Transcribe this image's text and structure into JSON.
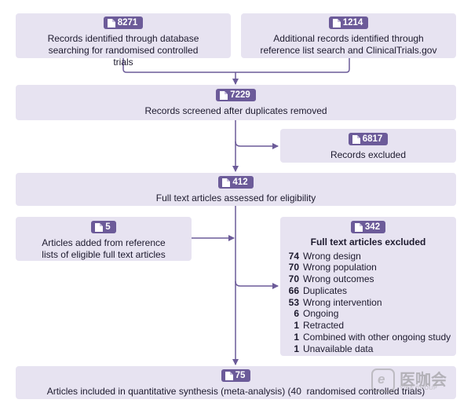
{
  "nodes": {
    "db_search": {
      "count": "8271",
      "text": "Records identified through database searching for randomised controlled trials"
    },
    "ref_search": {
      "count": "1214",
      "text": "Additional records identified through reference list search and ClinicalTrials.gov"
    },
    "screened": {
      "count": "7229",
      "text": "Records screened after duplicates removed"
    },
    "excluded": {
      "count": "6817",
      "text": "Records excluded"
    },
    "assessed": {
      "count": "412",
      "text": "Full text articles assessed for eligibility"
    },
    "added": {
      "count": "5",
      "text": "Articles added from reference lists of eligible full text articles"
    },
    "fulltext_excluded": {
      "count": "342",
      "title": "Full text articles excluded",
      "reasons": [
        {
          "count": "74",
          "label": "Wrong design"
        },
        {
          "count": "70",
          "label": "Wrong population"
        },
        {
          "count": "70",
          "label": "Wrong outcomes"
        },
        {
          "count": "66",
          "label": "Duplicates"
        },
        {
          "count": "53",
          "label": "Wrong intervention"
        },
        {
          "count": "6",
          "label": "Ongoing"
        },
        {
          "count": "1",
          "label": "Retracted"
        },
        {
          "count": "1",
          "label": "Combined with other ongoing study"
        },
        {
          "count": "1",
          "label": "Unavailable data"
        }
      ]
    },
    "included": {
      "count": "75",
      "text": "Articles included in quantitative synthesis (meta-analysis) (40  randomised controlled trials)"
    }
  },
  "icons": {
    "badge": "document-icon"
  },
  "colors": {
    "box_fill": "#e7e3f1",
    "badge_fill": "#6c5b99",
    "line": "#6c5b99"
  },
  "watermark": {
    "name": "医咖会",
    "sub": "YIKA GROUP"
  }
}
